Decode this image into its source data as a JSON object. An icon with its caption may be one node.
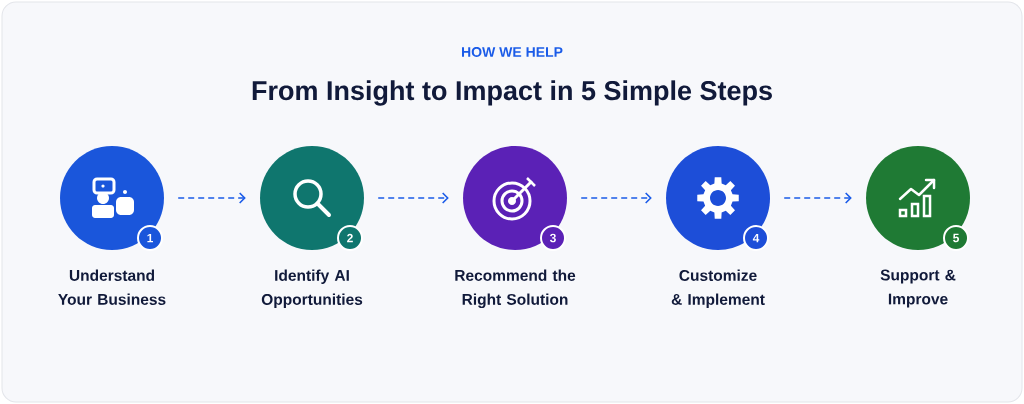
{
  "diagram": {
    "title": "From Insight to Impact in 5 Simple Steps",
    "labels": [
      "HOW WE HELP"
    ],
    "nodes": [
      {
        "text": [
          "1",
          "Understand Your Business"
        ]
      },
      {
        "text": [
          "2",
          "Identify AI Opportunities"
        ]
      },
      {
        "text": [
          "3",
          "Recommend the Right Solution"
        ]
      },
      {
        "text": [
          "4",
          "Customize & Implement"
        ]
      },
      {
        "text": [
          "5",
          "Support & Improve"
        ]
      }
    ],
    "edges": [
      {
        "from": 0,
        "to": 1,
        "arrow": "to",
        "style": "dashed"
      },
      {
        "from": 1,
        "to": 2,
        "arrow": "to",
        "style": "dashed"
      },
      {
        "from": 2,
        "to": 3,
        "arrow": "to",
        "style": "dashed"
      },
      {
        "from": 3,
        "to": 4,
        "arrow": "to",
        "style": "dashed"
      }
    ]
  }
}
